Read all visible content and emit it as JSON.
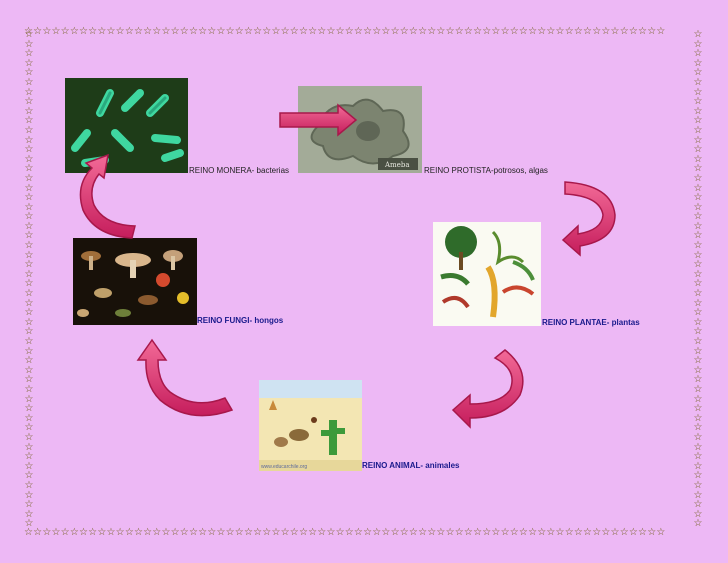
{
  "diagram": {
    "border_star": "☆",
    "kingdoms": {
      "monera": {
        "label": "REINO MONERA- bacterias"
      },
      "protista": {
        "label": "REINO PROTISTA-potrosos, algas",
        "image_caption": "Ameba"
      },
      "plantae": {
        "label": "REINO PLANTAE- plantas"
      },
      "animal": {
        "label": "REINO ANIMAL- animales",
        "image_watermark": "www.educarchile.org"
      },
      "fungi": {
        "label": "REINO FUNGI- hongos"
      }
    },
    "colors": {
      "background": "#edb8f5",
      "arrow": "#e0336f",
      "arrow_dark": "#a8184b"
    }
  }
}
